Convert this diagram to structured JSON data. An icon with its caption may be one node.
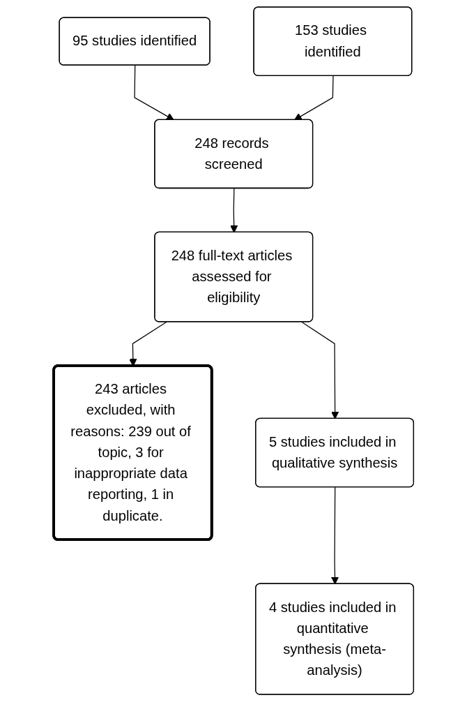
{
  "diagram": {
    "nodes": [
      {
        "text": [
          "95 studies identified"
        ]
      },
      {
        "text": [
          "153 studies identified"
        ]
      },
      {
        "text": [
          "248 records screened"
        ]
      },
      {
        "text": [
          "248 full-text articles assessed for eligibility"
        ]
      },
      {
        "text": [
          "243 articles excluded, with reasons: 239 out of topic, 3 for inappropriate data reporting, 1 in duplicate."
        ]
      },
      {
        "text": [
          "5 studies included in qualitative synthesis"
        ]
      },
      {
        "text": [
          "4 studies included in quantitative synthesis (meta-analysis)"
        ]
      }
    ],
    "edges": [
      {
        "from": 0,
        "to": 2,
        "arrow": "to"
      },
      {
        "from": 1,
        "to": 2,
        "arrow": "to"
      },
      {
        "from": 2,
        "to": 3,
        "arrow": "to"
      },
      {
        "from": 3,
        "to": 4,
        "arrow": "to"
      },
      {
        "from": 3,
        "to": 5,
        "arrow": "to"
      },
      {
        "from": 5,
        "to": 6,
        "arrow": "to"
      }
    ]
  }
}
